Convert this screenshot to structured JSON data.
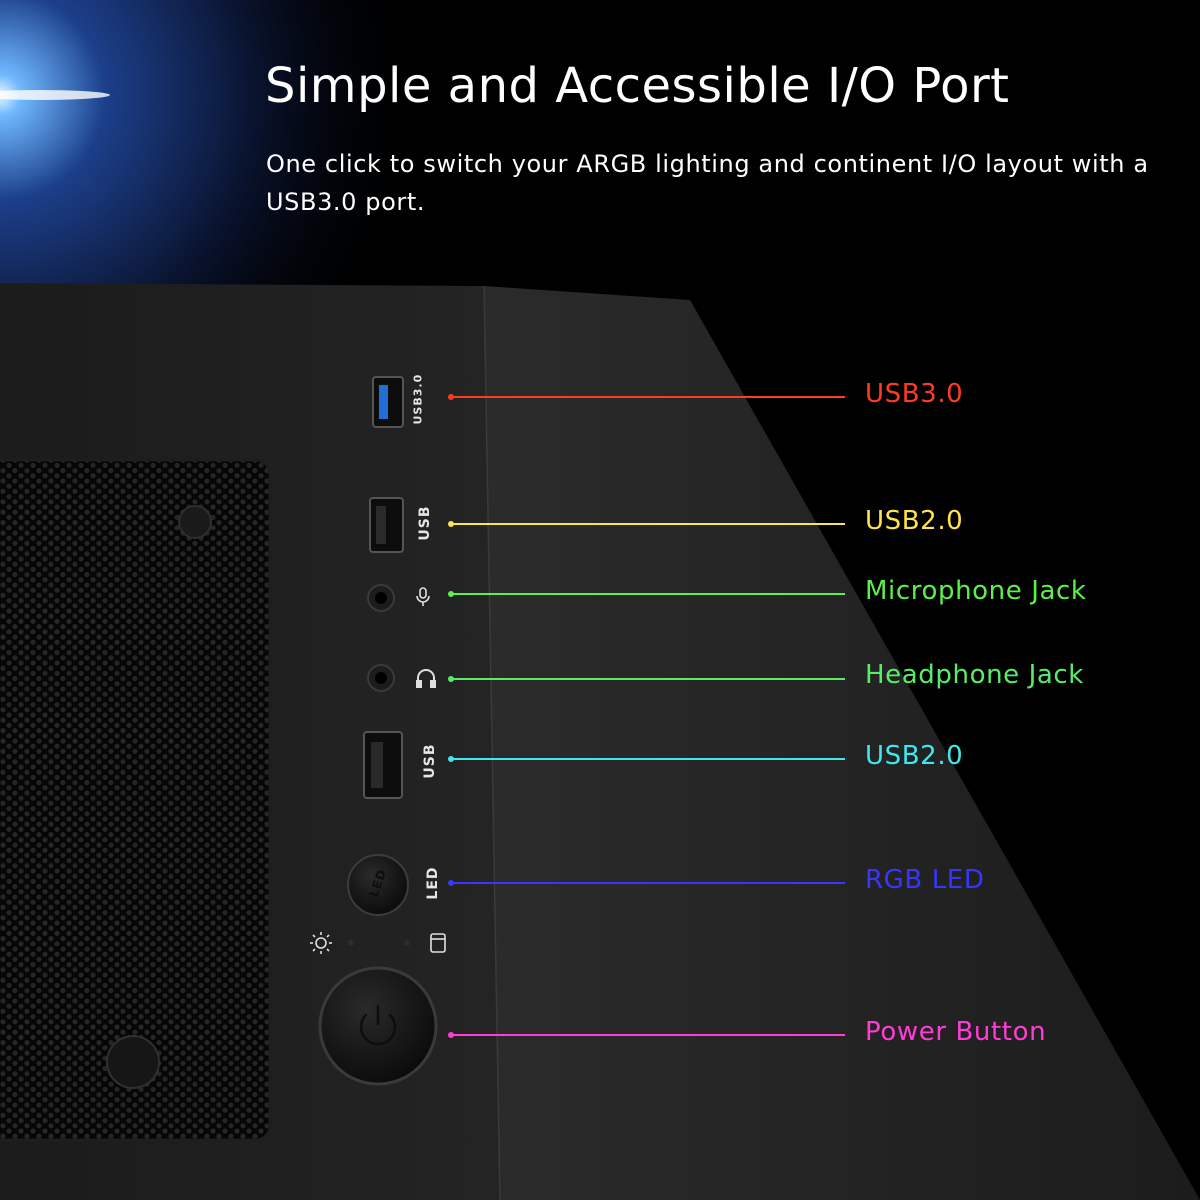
{
  "header": {
    "title": "Simple and Accessible I/O Port",
    "subtitle": "One click to switch your ARGB lighting and continent I/O layout with a USB3.0 port."
  },
  "panel_markings": {
    "usb3": "USB3.0",
    "usb_top": "USB",
    "usb_bottom": "USB",
    "led_side": "LED",
    "led_button": "LED"
  },
  "callouts": [
    {
      "label": "USB3.0",
      "color": "#ff3b22"
    },
    {
      "label": "USB2.0",
      "color": "#ffe34a"
    },
    {
      "label": "Microphone Jack",
      "color": "#5cf04a"
    },
    {
      "label": "Headphone Jack",
      "color": "#55ee66"
    },
    {
      "label": "USB2.0",
      "color": "#3fe8ee"
    },
    {
      "label": "RGB LED",
      "color": "#3636ff"
    },
    {
      "label": "Power Button",
      "color": "#ff3cd6"
    }
  ],
  "icons": [
    "microphone-icon",
    "headphone-icon",
    "brightness-icon",
    "drive-icon",
    "power-icon"
  ]
}
